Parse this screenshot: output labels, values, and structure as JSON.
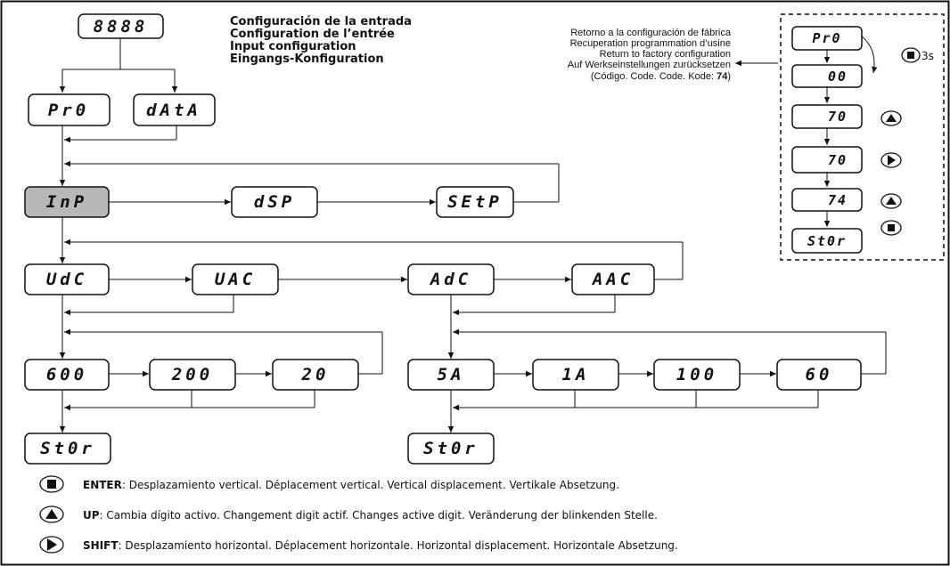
{
  "titles": [
    "Configuración de la entrada",
    "Configuration de l’entrée",
    "Input configuration",
    "Eingangs-Konfiguration"
  ],
  "displays": {
    "top": "8888",
    "pro": "Pr0",
    "data": "dAtA",
    "inp": "InP",
    "dsp": "dSP",
    "setp": "SEtP",
    "udc": "UdC",
    "uac": "UAC",
    "adc": "AdC",
    "aac": "AAC",
    "v600": "600",
    "v200": "200",
    "v20": "20",
    "stor_left": "St0r",
    "a5": "5A",
    "a1": "1A",
    "a100": "100",
    "a60": "60",
    "stor_right": "St0r"
  },
  "factory": {
    "notes": [
      "Retorno a la configuración de fábrica",
      "Recuperation programmation d’usine",
      "Return to factory configuration",
      "Auf Werkseinstellungen zurücksetzen"
    ],
    "code_prefix": "(Código. Code. Code. Kode: ",
    "code_value": "74",
    "code_suffix": ")",
    "hold_time": "3s",
    "steps": [
      "Pr0",
      "00",
      "70",
      "70",
      "74",
      "St0r"
    ],
    "step_keys": [
      "enter",
      "none",
      "up",
      "shift",
      "up",
      "enter"
    ]
  },
  "legend": [
    {
      "key": "enter",
      "name": "ENTER",
      "text": ": Desplazamiento vertical. Déplacement vertical. Vertical displacement. Vertikale Absetzung."
    },
    {
      "key": "up",
      "name": "UP",
      "text": ": Cambia dígito activo. Changement digit actif. Changes active digit. Veränderung der blinkenden Stelle."
    },
    {
      "key": "shift",
      "name": "SHIFT",
      "text": ": Desplazamiento horizontal. Déplacement horizontale. Horizontal displacement. Horizontale Absetzung."
    }
  ],
  "colors": {
    "highlight": "#b8b8b8",
    "line": "#111111"
  }
}
